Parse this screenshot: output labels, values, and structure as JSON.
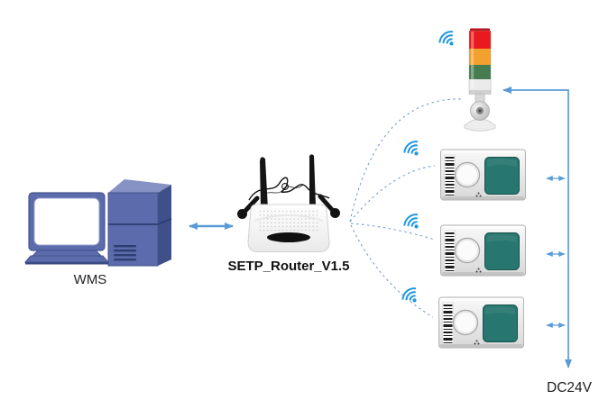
{
  "labels": {
    "workstation": "WMS",
    "router": "SETP_Router_V1.5",
    "power": "DC24V"
  },
  "nodes": {
    "workstation": {
      "label": "WMS",
      "kind": "desktop-computer-and-server"
    },
    "router": {
      "label": "SETP_Router_V1.5",
      "kind": "wireless-router",
      "antennas": 4
    },
    "signal_tower": {
      "kind": "stack-light",
      "lights": [
        "red",
        "orange",
        "green"
      ]
    },
    "terminals": {
      "kind": "wireless-display-terminal",
      "count": 3
    }
  },
  "connections": {
    "wms_to_router": {
      "style": "double-headed-arrow"
    },
    "wireless_links": {
      "style": "dashed-curve",
      "count": 4
    },
    "power_bus": {
      "label": "DC24V",
      "style": "arrow-bus",
      "taps": 4
    }
  },
  "colors": {
    "accent": "#5b9bd5",
    "dash": "#7b9bd2",
    "wifi": "#1e97e0",
    "tower-red": "#e8191f",
    "tower-orange": "#f2a02e",
    "tower-green": "#467c50",
    "screen-teal": "#27766f",
    "pc-blue": "#5b6bab",
    "pc-dark": "#3e4f8a",
    "pc-light": "#8792c4"
  }
}
